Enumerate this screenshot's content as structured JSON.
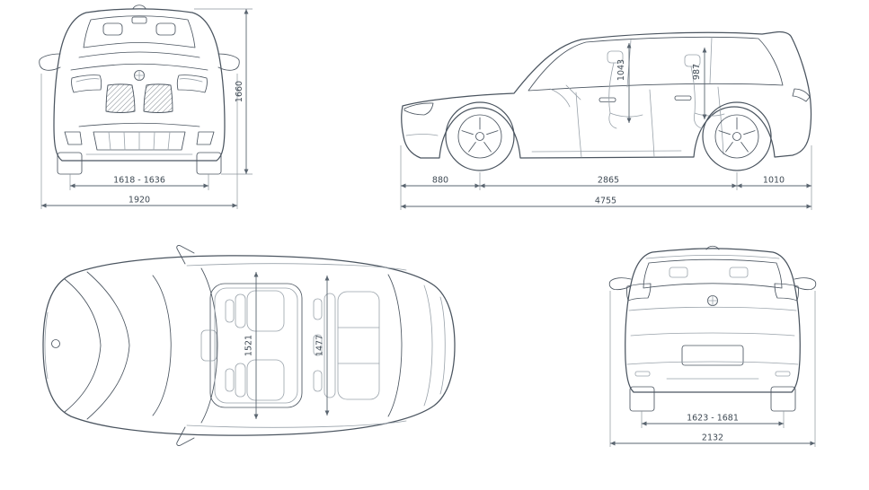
{
  "views": {
    "front": {
      "height": "1660",
      "track": "1618 - 1636",
      "width": "1920"
    },
    "side": {
      "headroom_front": "1043",
      "headroom_rear": "987",
      "overhang_front": "880",
      "wheelbase": "2865",
      "overhang_rear": "1010",
      "length": "4755"
    },
    "top": {
      "shoulder_front": "1521",
      "shoulder_rear": "1477"
    },
    "rear": {
      "track": "1623 - 1681",
      "width_mirrors": "2132"
    }
  },
  "colors": {
    "line": "#4b5560",
    "dim_line": "#5a6570",
    "light_line": "#99a2aa",
    "text": "#3f4a54",
    "background": "#ffffff"
  }
}
